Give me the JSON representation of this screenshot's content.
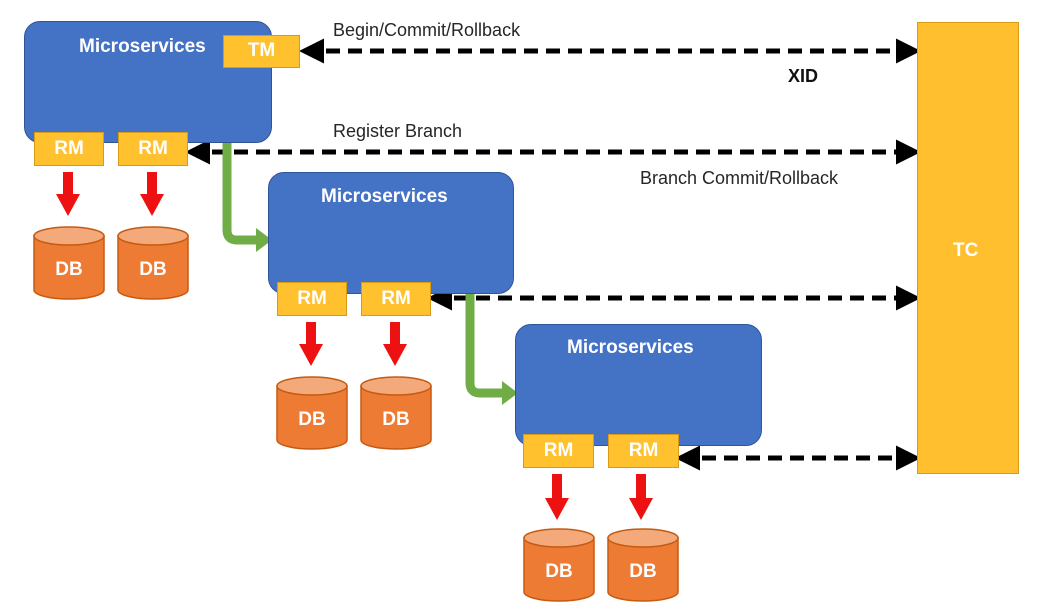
{
  "colors": {
    "microservice": "#4472c4",
    "tag": "#ffc12e",
    "tc": "#ffbf2e",
    "db": "#ee7b34",
    "down_arrow": "#ee1111",
    "flow_arrow": "#70ad47",
    "dashed_line": "#000000"
  },
  "icons": {
    "down_arrow": "red-down-arrow-icon",
    "flow_arrow": "green-elbow-arrow-icon",
    "db": "database-cylinder-icon"
  },
  "tm_label": "TM",
  "rm_label": "RM",
  "db_label": "DB",
  "tc_label": "TC",
  "services": [
    {
      "title": "Microservices",
      "has_tm": true,
      "rm_count": 2,
      "db_count": 2
    },
    {
      "title": "Microservices",
      "has_tm": false,
      "rm_count": 2,
      "db_count": 2
    },
    {
      "title": "Microservices",
      "has_tm": false,
      "rm_count": 2,
      "db_count": 2
    }
  ],
  "connections": {
    "begin_commit_rollback": "Begin/Commit/Rollback",
    "xid": "XID",
    "register_branch": "Register Branch",
    "branch_commit_rollback": "Branch Commit/Rollback"
  }
}
